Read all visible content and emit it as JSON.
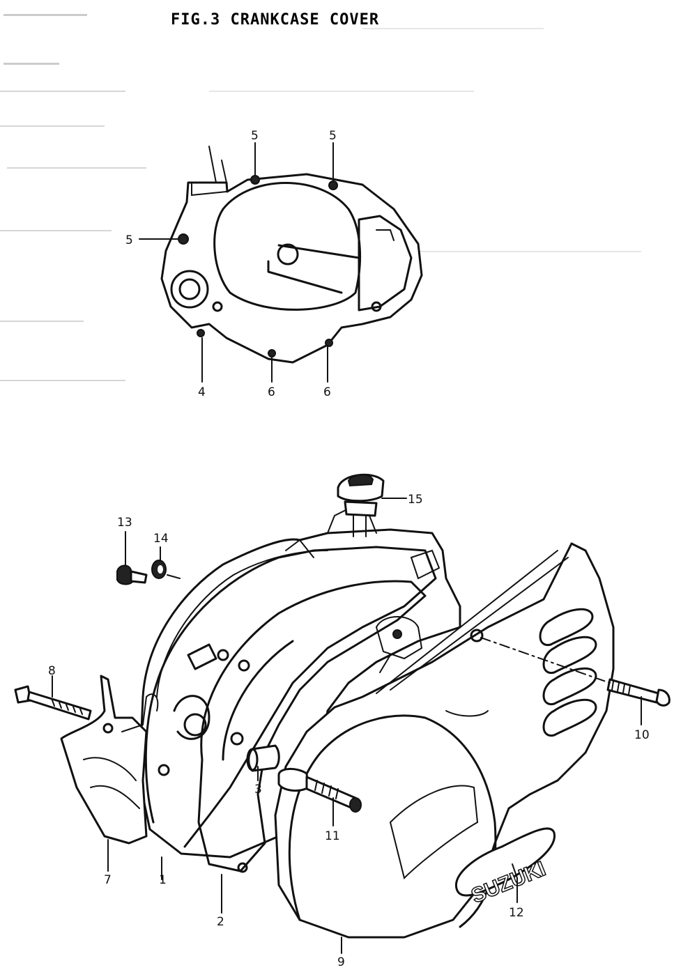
{
  "title": "FIG.3  CRANKCASE COVER",
  "labels": {
    "p1": "1",
    "p2": "2",
    "p3": "3",
    "p4": "4",
    "p5a": "5",
    "p5b": "5",
    "p5c": "5",
    "p6a": "6",
    "p6b": "6",
    "p7": "7",
    "p8": "8",
    "p9": "9",
    "p10": "10",
    "p11": "11",
    "p12": "12",
    "p13": "13",
    "p14": "14",
    "p15": "15"
  },
  "emblem": "SUZUKI"
}
